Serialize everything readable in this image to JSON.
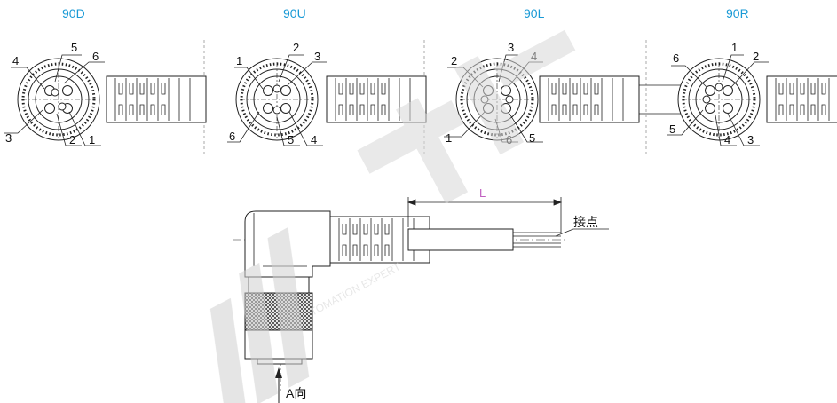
{
  "views": [
    {
      "title": "90D",
      "pins": [
        "5",
        "6",
        "4",
        "3",
        "2",
        "1"
      ]
    },
    {
      "title": "90U",
      "pins": [
        "2",
        "3",
        "1",
        "6",
        "5",
        "4"
      ]
    },
    {
      "title": "90L",
      "pins": [
        "3",
        "4",
        "2",
        "1",
        "6",
        "5"
      ]
    },
    {
      "title": "90R",
      "pins": [
        "1",
        "2",
        "6",
        "5",
        "4",
        "3"
      ]
    }
  ],
  "side": {
    "dim_label": "L",
    "contact_label": "接点",
    "direction_label": "A向"
  },
  "watermark": {
    "text": "TOMATION EXPERT"
  }
}
